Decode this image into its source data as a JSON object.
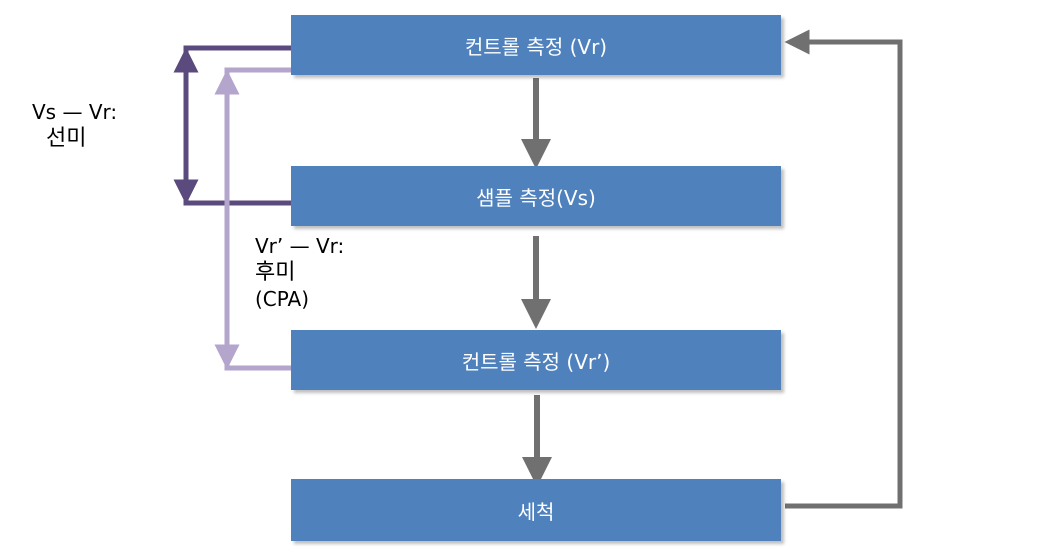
{
  "boxes": {
    "control_vr": "컨트롤 측정 (Vr)",
    "sample_vs": "샘플 측정(Vs)",
    "control_vr_prime": "컨트롤 측정 (Vr’)",
    "wash": "세척"
  },
  "labels": {
    "sensitization_formula": "Vs — Vr:",
    "sensitization_name": "선미",
    "aftertaste_formula": "Vr’ — Vr:",
    "aftertaste_name": "후미",
    "aftertaste_abbr": "(CPA)"
  },
  "colors": {
    "box_fill": "#4f81bd",
    "flow_arrow": "#707070",
    "sensitization_arrow": "#5b4a7e",
    "aftertaste_arrow": "#b3a5cc"
  }
}
